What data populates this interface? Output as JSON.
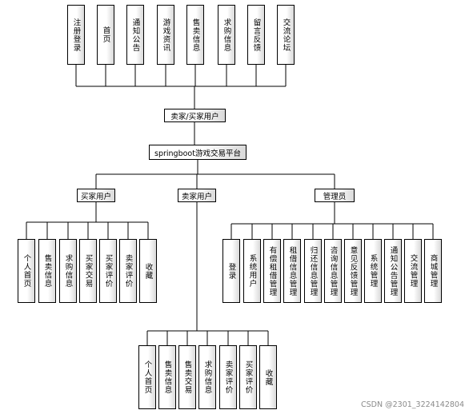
{
  "nav_items": [
    "注册登录",
    "首页",
    "通知公告",
    "游戏资讯",
    "售卖信息",
    "求购信息",
    "留言反馈",
    "交流论坛"
  ],
  "merchant_buyer_user": "卖家/买家用户",
  "platform": "springboot游戏交易平台",
  "roles": {
    "buyer": "买家用户",
    "seller": "卖家用户",
    "admin": "管理员"
  },
  "buyer_items": [
    "个人首页",
    "售卖信息",
    "求购信息",
    "买家交易",
    "买家评价",
    "卖家评价",
    "收藏"
  ],
  "seller_items": [
    "个人首页",
    "售卖信息",
    "售卖交易",
    "求购信息",
    "卖家评价",
    "买家评价",
    "收藏"
  ],
  "admin_items": [
    "登录",
    "系统用户",
    "有偿租借管理",
    "租借信息管理",
    "归还信息管理",
    "咨询信息管理",
    "意见反馈管理",
    "系统管理",
    "通知公告管理",
    "交流管理",
    "商城管理"
  ],
  "watermark": "CSDN @2301_3224142804"
}
